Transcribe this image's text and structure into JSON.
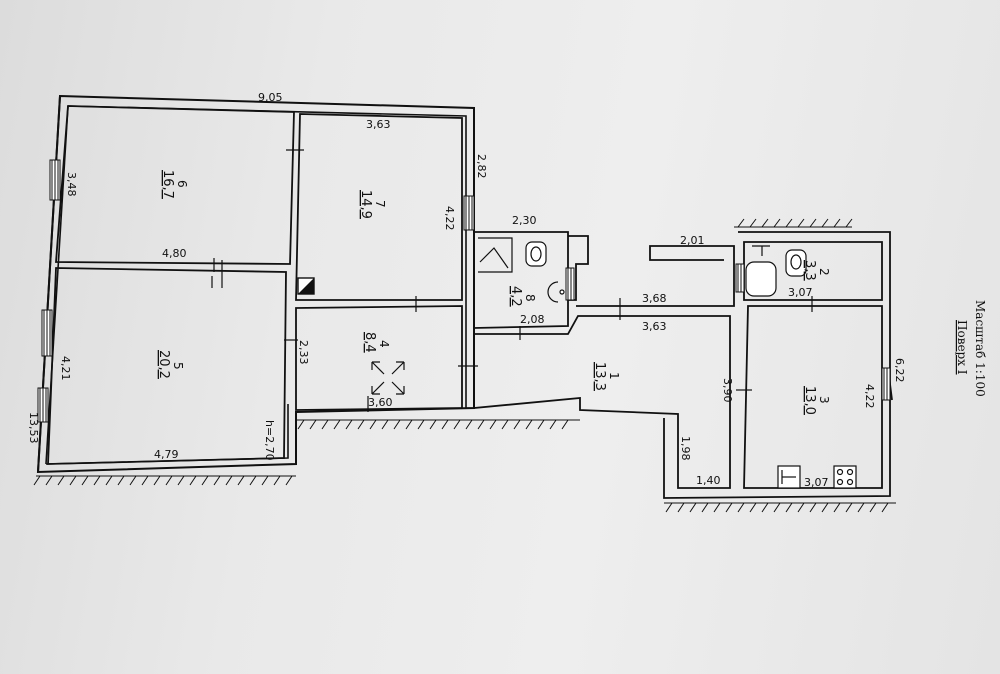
{
  "header": {
    "scale": "Масштаб 1:100",
    "floor": "Поверх  I"
  },
  "rooms": [
    {
      "num": "6",
      "area": "16,7"
    },
    {
      "num": "7",
      "area": "14,9"
    },
    {
      "num": "5",
      "area": "20,2"
    },
    {
      "num": "4",
      "area": "8,4"
    },
    {
      "num": "8",
      "area": "4,2"
    },
    {
      "num": "1",
      "area": "13,3"
    },
    {
      "num": "2",
      "area": "3,3"
    },
    {
      "num": "3",
      "area": "13,0"
    }
  ],
  "dims": {
    "overall_length": "9,05",
    "overall_width": "13,53",
    "r6_left": "3,48",
    "r6_bottom": "4,80",
    "r7_top": "3,63",
    "r7_right": "4,22",
    "wing_left": "2,82",
    "r8_top": "2,30",
    "r8_bottom": "2,08",
    "r5_left": "4,21",
    "r5_bottom": "4,79",
    "r4_left": "2,33",
    "r4_bottom": "3,60",
    "height": "h=2,70",
    "corr_top": "3,68",
    "corr_bottom": "3,63",
    "r2_top": "2,01",
    "r2_bottom": "3,07",
    "r3_left": "3,90",
    "r3_right": "4,22",
    "r3_bottom": "3,07",
    "right_wing": "6,22",
    "bottom_a": "1,98",
    "bottom_b": "1,40"
  },
  "colors": {
    "ink": "#111111",
    "paper": "#eaeaea"
  }
}
